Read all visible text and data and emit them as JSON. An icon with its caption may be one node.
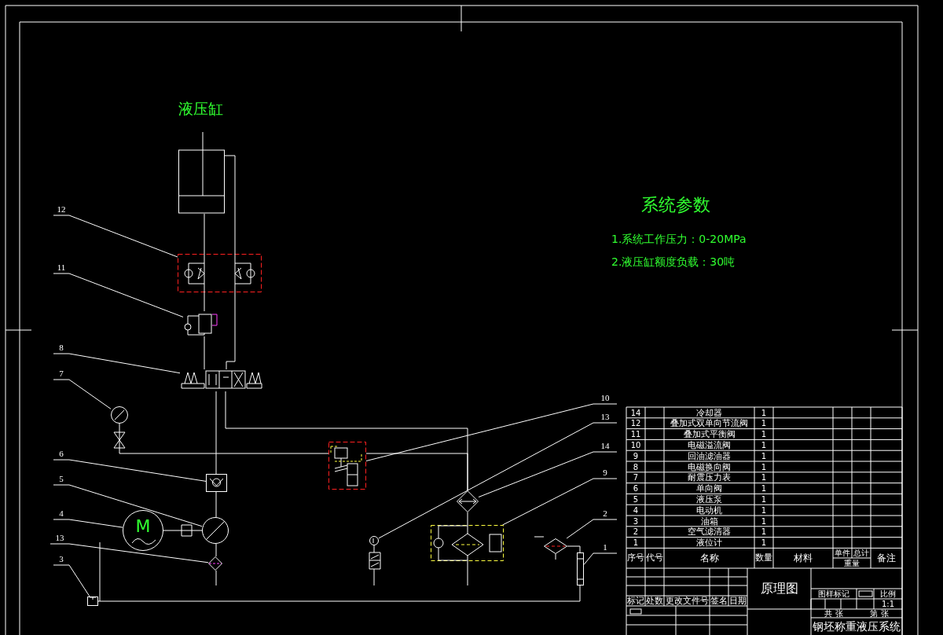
{
  "diagram": {
    "title": "钢坯称重液压系统",
    "nodes": [
      {
        "text": [
          "液压缸"
        ]
      },
      {
        "text": [
          "12"
        ]
      },
      {
        "text": [],
        "shape": "box"
      },
      {
        "text": [
          "11"
        ]
      },
      {
        "text": [],
        "shape": "box"
      },
      {
        "text": [
          "8"
        ]
      },
      {
        "text": [],
        "shape": "box"
      },
      {
        "text": [
          "7"
        ]
      },
      {
        "text": [],
        "shape": "circle"
      },
      {
        "text": [
          "6"
        ]
      },
      {
        "text": [],
        "shape": "box"
      },
      {
        "text": [
          "5"
        ]
      },
      {
        "text": [],
        "shape": "circle"
      },
      {
        "text": [
          "4"
        ]
      },
      {
        "text": [
          "M"
        ]
      },
      {
        "text": [
          "13"
        ]
      },
      {
        "text": [],
        "shape": "diamond"
      },
      {
        "text": [
          "3"
        ]
      },
      {
        "text": [],
        "shape": "box"
      },
      {
        "text": [
          "10"
        ]
      },
      {
        "text": [],
        "shape": "box"
      },
      {
        "text": [
          "13"
        ]
      },
      {
        "text": [],
        "shape": "circle"
      },
      {
        "text": [
          "14"
        ]
      },
      {
        "text": [],
        "shape": "diamond"
      },
      {
        "text": [
          "9"
        ]
      },
      {
        "text": [],
        "shape": "box"
      },
      {
        "text": [
          "2"
        ]
      },
      {
        "text": [],
        "shape": "diamond"
      },
      {
        "text": [
          "1"
        ]
      },
      {
        "text": [],
        "shape": "bar"
      }
    ],
    "edges": [
      {
        "from": 1,
        "to": 2,
        "arrow": "none"
      },
      {
        "from": 3,
        "to": 4,
        "arrow": "none"
      },
      {
        "from": 5,
        "to": 6,
        "arrow": "none"
      },
      {
        "from": 7,
        "to": 8,
        "arrow": "none"
      },
      {
        "from": 9,
        "to": 10,
        "arrow": "none"
      },
      {
        "from": 11,
        "to": 12,
        "arrow": "none"
      },
      {
        "from": 13,
        "to": 14,
        "arrow": "none"
      },
      {
        "from": 15,
        "to": 16,
        "arrow": "none"
      },
      {
        "from": 17,
        "to": 18,
        "arrow": "none"
      },
      {
        "from": 19,
        "to": 20,
        "arrow": "none"
      },
      {
        "from": 21,
        "to": 22,
        "arrow": "none"
      },
      {
        "from": 23,
        "to": 24,
        "arrow": "none"
      },
      {
        "from": 25,
        "to": 26,
        "arrow": "none"
      },
      {
        "from": 27,
        "to": 28,
        "arrow": "none"
      },
      {
        "from": 29,
        "to": 30,
        "arrow": "none"
      },
      {
        "from": 0,
        "to": 2,
        "arrow": "none"
      },
      {
        "from": 0,
        "to": 2,
        "arrow": "none"
      },
      {
        "from": 2,
        "to": 4,
        "arrow": "none"
      },
      {
        "from": 4,
        "to": 6,
        "arrow": "none"
      },
      {
        "from": 2,
        "to": 6,
        "arrow": "none"
      },
      {
        "from": 6,
        "to": 10,
        "arrow": "none"
      },
      {
        "from": 6,
        "to": 24,
        "arrow": "none"
      },
      {
        "from": 10,
        "to": 12,
        "arrow": "none"
      },
      {
        "from": 12,
        "to": 14,
        "arrow": "none"
      },
      {
        "from": 12,
        "to": 16,
        "arrow": "none"
      },
      {
        "from": 8,
        "to": 20,
        "arrow": "none"
      },
      {
        "from": 20,
        "to": 24,
        "arrow": "none"
      },
      {
        "from": 24,
        "to": 26,
        "arrow": "none"
      },
      {
        "from": 18,
        "to": 30,
        "arrow": "none"
      },
      {
        "from": 28,
        "to": 30,
        "arrow": "none"
      }
    ],
    "labels": [
      "系统参数",
      "1.系统工作压力：0-20MPa",
      "2.液压缸额度负载：30吨",
      "14",
      "冷却器",
      "1",
      "12",
      "叠加式双单向节流阀",
      "1",
      "11",
      "叠加式平衡阀",
      "1",
      "10",
      "电磁溢流阀",
      "1",
      "9",
      "回油滤油器",
      "1",
      "8",
      "电磁换向阀",
      "1",
      "7",
      "耐震压力表",
      "1",
      "6",
      "单向阀",
      "1",
      "5",
      "液压泵",
      "1",
      "4",
      "电动机",
      "1",
      "3",
      "油箱",
      "1",
      "2",
      "空气滤清器",
      "1",
      "1",
      "液位计",
      "1",
      "序号",
      "代号",
      "名称",
      "数量",
      "材料",
      "单件",
      "总计",
      "重量",
      "备注",
      "原理图",
      "标记",
      "处数",
      "更改文件号",
      "签名",
      "日期",
      "图样标记",
      "比例",
      "1:1",
      "共 张",
      "第 张"
    ]
  }
}
